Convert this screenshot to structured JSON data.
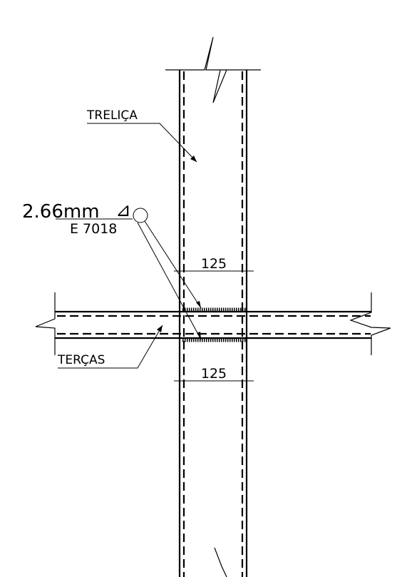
{
  "labels": {
    "trelica": "TRELIÇA",
    "tercas": "TERÇAS",
    "weld_size": "2.66mm",
    "weld_symbol": "⊿",
    "electrode": "E 7018",
    "dim_top": "125",
    "dim_bottom": "125"
  }
}
